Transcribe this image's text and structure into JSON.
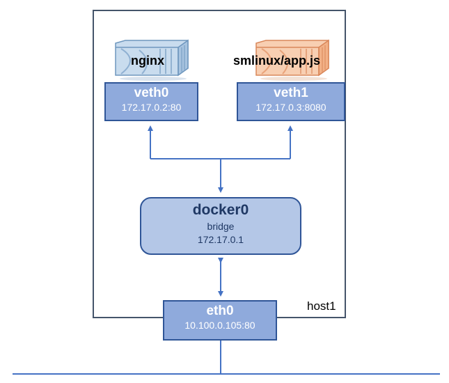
{
  "host": {
    "label": "host1"
  },
  "containers": [
    {
      "name": "nginx",
      "icon": "container-icon",
      "color": "#7fa7cc"
    },
    {
      "name": "smlinux/app.js",
      "icon": "container-icon",
      "color": "#f0a87a"
    }
  ],
  "interfaces": {
    "veth0": {
      "name": "veth0",
      "address": "172.17.0.2:80"
    },
    "veth1": {
      "name": "veth1",
      "address": "172.17.0.3:8080"
    },
    "eth0": {
      "name": "eth0",
      "address": "10.100.0.105:80"
    }
  },
  "bridge": {
    "name": "docker0",
    "type": "bridge",
    "address": "172.17.0.1"
  },
  "colors": {
    "interface_fill": "#8faadc",
    "interface_border": "#2f5597",
    "bridge_fill": "#b4c7e7",
    "connector": "#4472c4",
    "host_border": "#44546a"
  }
}
